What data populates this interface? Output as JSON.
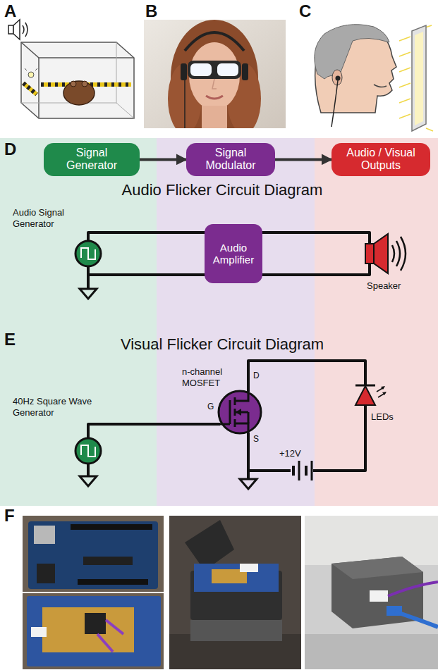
{
  "diagram": {
    "nodes": [
      {
        "text": [
          "Signal Generator"
        ]
      },
      {
        "text": [
          "Signal Modulator"
        ]
      },
      {
        "text": [
          "Audio / Visual Outputs"
        ]
      },
      {
        "text": [
          "Audio Amplifier"
        ]
      }
    ],
    "edges": [
      {
        "from": 0,
        "to": 1,
        "arrow": "to"
      },
      {
        "from": 1,
        "to": 2,
        "arrow": "to"
      }
    ],
    "labels": [
      "A",
      "B",
      "C",
      "D",
      "Audio Flicker Circuit Diagram",
      "Audio Signal Generator",
      "Speaker",
      "E",
      "Visual Flicker Circuit Diagram",
      "n-channel MOSFET",
      "D",
      "G",
      "S",
      "40Hz Square Wave Generator",
      "LEDs",
      "+12V",
      "F"
    ]
  }
}
